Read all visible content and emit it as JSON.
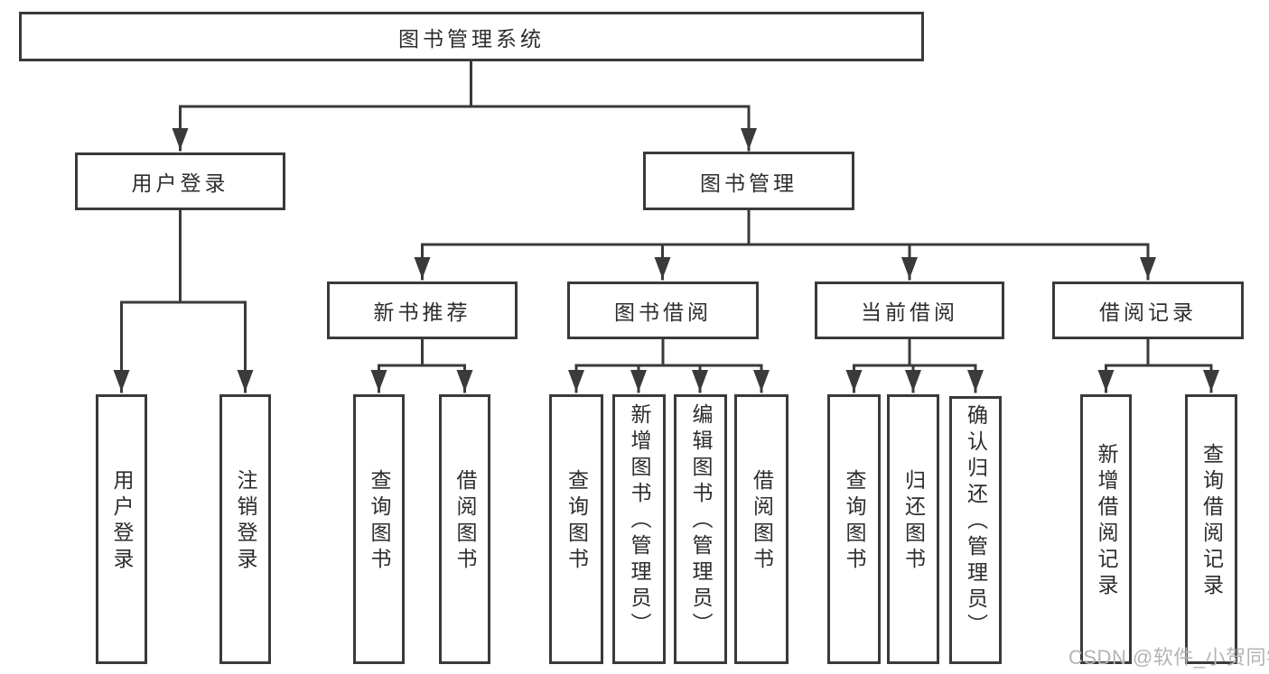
{
  "diagram": {
    "root": {
      "label": "图书管理系统"
    },
    "level2": {
      "user_login": {
        "label": "用户登录"
      },
      "book_management": {
        "label": "图书管理"
      }
    },
    "level3": {
      "new_book_recommend": {
        "label": "新书推荐"
      },
      "book_borrow": {
        "label": "图书借阅"
      },
      "current_borrow": {
        "label": "当前借阅"
      },
      "borrow_records": {
        "label": "借阅记录"
      }
    },
    "leaves": {
      "user_login": [
        "用户登录",
        "注销登录"
      ],
      "new_book_recommend": [
        "查询图书",
        "借阅图书"
      ],
      "book_borrow": [
        "查询图书",
        "新增图书（管理员）",
        "编辑图书（管理员）",
        "借阅图书"
      ],
      "current_borrow": [
        "查询图书",
        "归还图书",
        "确认归还（管理员）"
      ],
      "borrow_records": [
        "新增借阅记录",
        "查询借阅记录"
      ]
    }
  },
  "watermark": "CSDN @软件_小贺同学",
  "colors": {
    "line": "#3a3a3a",
    "text": "#2d2d2d",
    "watermark": "#b4b4b6",
    "background": "#ffffff"
  }
}
